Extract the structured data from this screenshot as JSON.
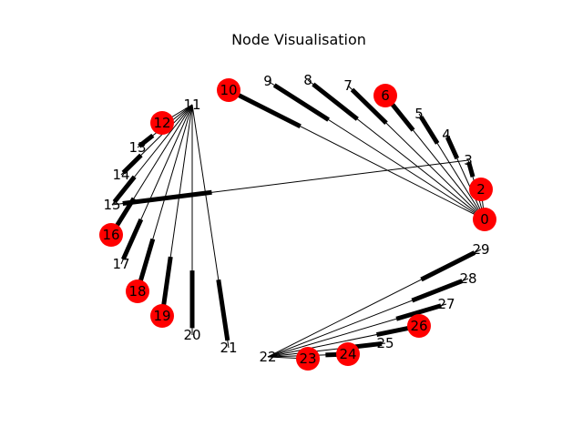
{
  "title": "Node Visualisation",
  "colors": {
    "node_fill": "#ff0000",
    "edge": "#000000",
    "background": "#ffffff"
  },
  "nodes": [
    {
      "id": "0",
      "highlighted": true
    },
    {
      "id": "2",
      "highlighted": true
    },
    {
      "id": "3",
      "highlighted": false
    },
    {
      "id": "4",
      "highlighted": false
    },
    {
      "id": "5",
      "highlighted": false
    },
    {
      "id": "6",
      "highlighted": true
    },
    {
      "id": "7",
      "highlighted": false
    },
    {
      "id": "8",
      "highlighted": false
    },
    {
      "id": "9",
      "highlighted": false
    },
    {
      "id": "10",
      "highlighted": true
    },
    {
      "id": "11",
      "highlighted": false
    },
    {
      "id": "12",
      "highlighted": true
    },
    {
      "id": "13",
      "highlighted": false
    },
    {
      "id": "14",
      "highlighted": false
    },
    {
      "id": "15",
      "highlighted": false
    },
    {
      "id": "16",
      "highlighted": true
    },
    {
      "id": "17",
      "highlighted": false
    },
    {
      "id": "18",
      "highlighted": true
    },
    {
      "id": "19",
      "highlighted": true
    },
    {
      "id": "20",
      "highlighted": false
    },
    {
      "id": "21",
      "highlighted": false
    },
    {
      "id": "22",
      "highlighted": false
    },
    {
      "id": "23",
      "highlighted": true
    },
    {
      "id": "24",
      "highlighted": true
    },
    {
      "id": "25",
      "highlighted": false
    },
    {
      "id": "26",
      "highlighted": true
    },
    {
      "id": "27",
      "highlighted": false
    },
    {
      "id": "28",
      "highlighted": false
    },
    {
      "id": "29",
      "highlighted": false
    }
  ],
  "edges": [
    {
      "source": "0",
      "target": "2"
    },
    {
      "source": "0",
      "target": "3"
    },
    {
      "source": "0",
      "target": "4"
    },
    {
      "source": "0",
      "target": "5"
    },
    {
      "source": "0",
      "target": "6"
    },
    {
      "source": "0",
      "target": "7"
    },
    {
      "source": "0",
      "target": "8"
    },
    {
      "source": "0",
      "target": "9"
    },
    {
      "source": "0",
      "target": "10"
    },
    {
      "source": "3",
      "target": "15"
    },
    {
      "source": "11",
      "target": "12"
    },
    {
      "source": "11",
      "target": "13"
    },
    {
      "source": "11",
      "target": "14"
    },
    {
      "source": "11",
      "target": "15"
    },
    {
      "source": "11",
      "target": "16"
    },
    {
      "source": "11",
      "target": "17"
    },
    {
      "source": "11",
      "target": "18"
    },
    {
      "source": "11",
      "target": "19"
    },
    {
      "source": "11",
      "target": "20"
    },
    {
      "source": "11",
      "target": "21"
    },
    {
      "source": "22",
      "target": "23"
    },
    {
      "source": "22",
      "target": "24"
    },
    {
      "source": "22",
      "target": "25"
    },
    {
      "source": "22",
      "target": "26"
    },
    {
      "source": "22",
      "target": "27"
    },
    {
      "source": "22",
      "target": "28"
    },
    {
      "source": "22",
      "target": "29"
    }
  ]
}
